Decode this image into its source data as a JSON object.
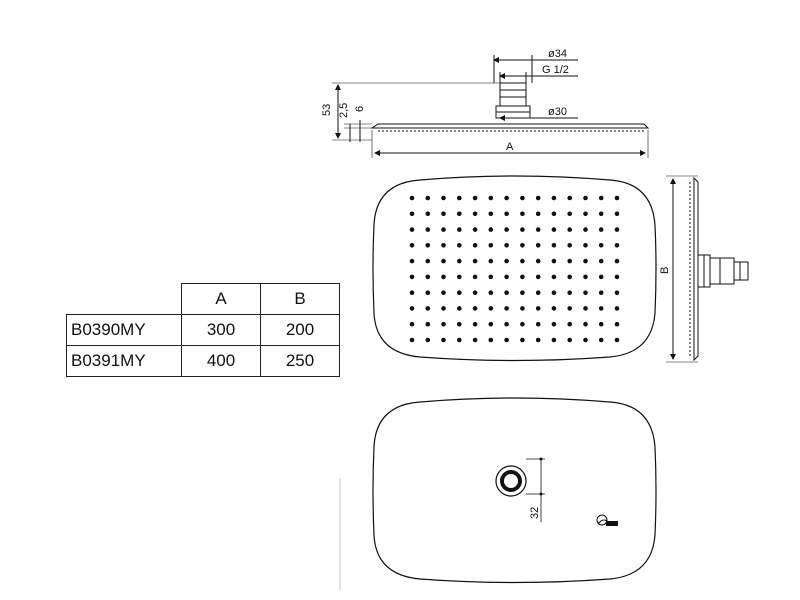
{
  "dimensions": {
    "pipe_outer": "ø34",
    "thread": "G 1/2",
    "flange": "ø30",
    "height_total": "53",
    "plate_thickness": "2,5",
    "plate_edge": "6",
    "width": "A",
    "depth": "B",
    "connector_offset": "32"
  },
  "table": {
    "headers": [
      "",
      "A",
      "B"
    ],
    "rows": [
      {
        "model": "B0390MY",
        "a": "300",
        "b": "200"
      },
      {
        "model": "B0391MY",
        "a": "400",
        "b": "250"
      }
    ]
  }
}
